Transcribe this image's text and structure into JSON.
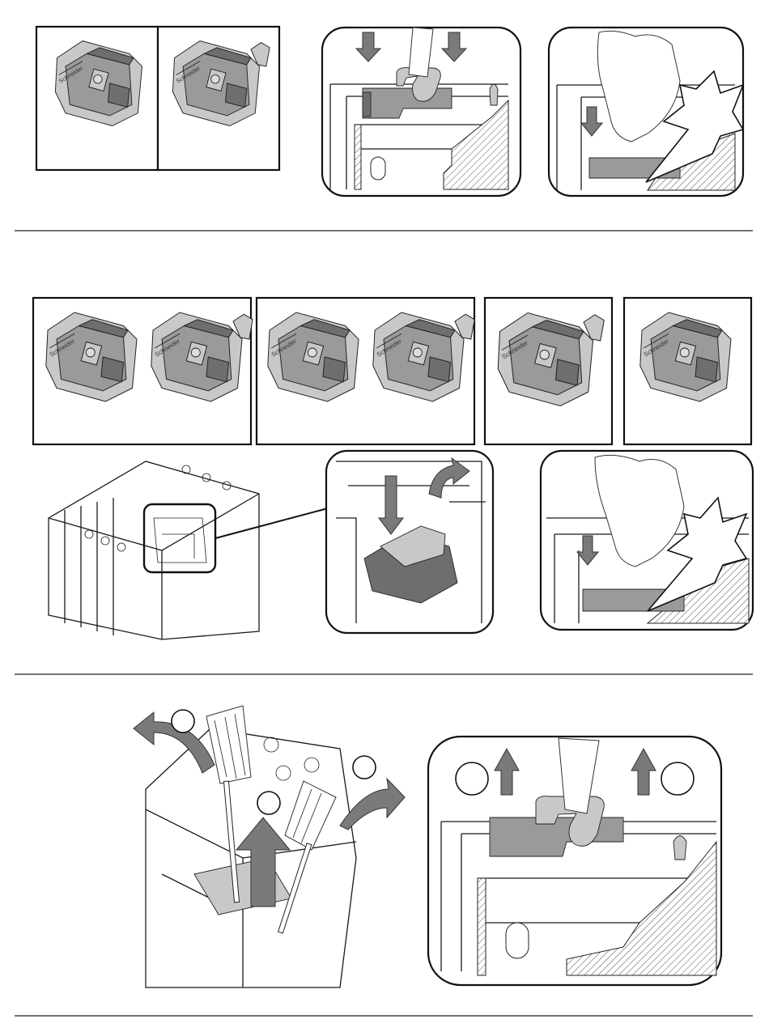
{
  "figure": {
    "sections": [
      {
        "id": "step-1",
        "description_visible": false
      },
      {
        "id": "step-2",
        "description_visible": false
      },
      {
        "id": "step-3",
        "description_visible": false
      }
    ],
    "part_marking": "Schneider",
    "colors": {
      "arrow": "#7a7a7a",
      "part": "#9a9a9a",
      "frame": "#111111",
      "hatch": "#555555"
    },
    "callout_circles": [
      "",
      "",
      "",
      "",
      ""
    ]
  }
}
